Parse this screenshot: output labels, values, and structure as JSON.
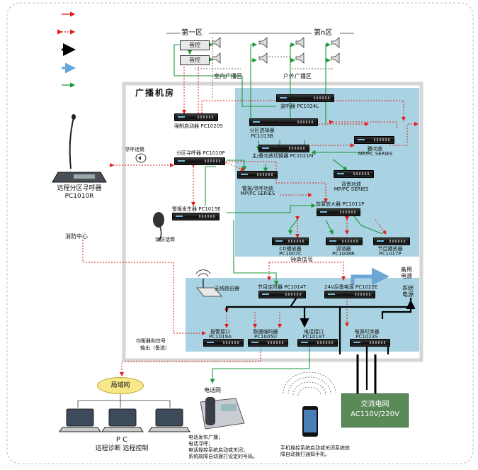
{
  "zones": {
    "zone_first": "第一区",
    "zone_n": "第n区",
    "indoor": "室内广播区",
    "outdoor": "户外广播区"
  },
  "room_title": "广播机房",
  "volume_labels": [
    "音控",
    "音控"
  ],
  "devices": {
    "pc1020s": "强制启动器 PC1020S",
    "pc1024l": "监听器 PC1024L",
    "pc1013b_name": "分区选择器",
    "pc1013b_model": "PC1013B",
    "pc1021m": "主/备功放切换器 PC1021M",
    "amp_right_name": "备功放",
    "amp_right_model": "MP/PC SERIES",
    "pc1010p": "分区寻呼器 PC1010P",
    "alarm_amp_name": "警报/寻呼功放",
    "alarm_amp_model": "MP/PC SERIES",
    "bg_amp_name": "背景功放",
    "bg_amp_model": "MP/PC SERIES",
    "pc1015e": "警报发生器 PC1015E",
    "pc1011p": "前置放大器 PC1011P",
    "cd_name": "CD播放器",
    "cd_model": "PC1007C",
    "tuner_name": "调谐器",
    "tuner_model": "PC1008R",
    "prog_name": "节目播放器",
    "prog_model": "PC1017P",
    "router_name": "无线路由器",
    "pc1014t": "节目定时器 PC1014T",
    "pc1022e": "24V后备电源 PC1022E",
    "pc1019a_name": "报警接口",
    "pc1019a_model": "PC1019A",
    "pc1005u_name": "数据编码器",
    "pc1005u_model": "PC1005U",
    "pc1018t_name": "电话接口",
    "pc1018t_model": "PC1018T",
    "pc1023s_name": "电源时序器",
    "pc1023s_model": "PC1023S"
  },
  "labels": {
    "paging_station": "寻呼话筒",
    "remote_paging_line1": "远程分区寻呼器",
    "remote_paging_line2": "PC1010R",
    "fire_mic": "消防话筒",
    "fire_center": "消防中心",
    "bell_signal": "钟声信号",
    "backup_power_1": "备用",
    "backup_power_2": "电源",
    "system_power_1": "系统",
    "system_power_2": "电源",
    "misc_signal_1": "均衡器和信号",
    "misc_signal_2": "输出（备选）",
    "lan": "局域网",
    "phone_net": "电话网",
    "pc_title": "P C",
    "pc_sub": "远程诊断 远程控制",
    "phone_note_1": "电话发布广播；",
    "phone_note_2": "电话寻呼；",
    "phone_note_3": "电话操控系统启动或关闭；",
    "phone_note_4": "系统故障自动拨打设定的号码。",
    "mobile_note_1": "手机操控系统启动或关闭系统故",
    "mobile_note_2": "障自动拨打通知手机。",
    "grid_1": "交流电网",
    "grid_2": "AC110V/220V"
  },
  "colors": {
    "red": "#e31c1c",
    "green": "#1a9a3a",
    "blue": "#6aa6d6",
    "room_bg": "#a9d3e2",
    "room_border": "#cfcfcf"
  }
}
